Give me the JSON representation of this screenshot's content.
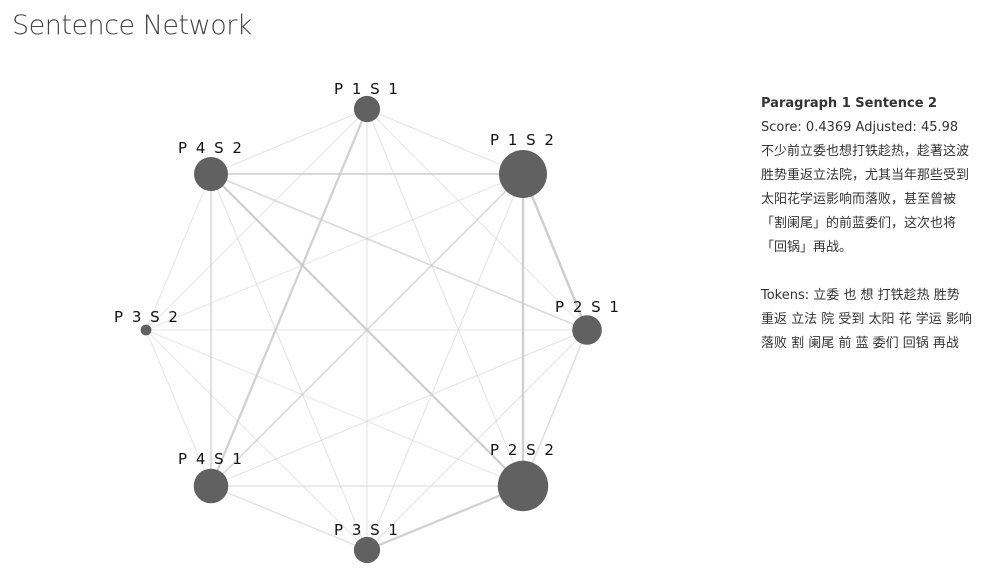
{
  "page": {
    "title": "Sentence Network"
  },
  "network": {
    "nodes": [
      {
        "id": "P1S1",
        "label": "P 1 S 1",
        "weight": 0.3
      },
      {
        "id": "P1S2",
        "label": "P 1 S 2",
        "weight": 1.0
      },
      {
        "id": "P2S1",
        "label": "P 2 S 1",
        "weight": 0.38
      },
      {
        "id": "P2S2",
        "label": "P 2 S 2",
        "weight": 1.1
      },
      {
        "id": "P3S1",
        "label": "P 3 S 1",
        "weight": 0.3
      },
      {
        "id": "P4S1",
        "label": "P 4 S 1",
        "weight": 0.52
      },
      {
        "id": "P3S2",
        "label": "P 3 S 2",
        "weight": 0.05
      },
      {
        "id": "P4S2",
        "label": "P 4 S 2",
        "weight": 0.5
      }
    ],
    "edges": [
      {
        "source": "P1S1",
        "target": "P1S2",
        "strength": 0.2
      },
      {
        "source": "P1S1",
        "target": "P2S1",
        "strength": 0.15
      },
      {
        "source": "P1S1",
        "target": "P2S2",
        "strength": 0.2
      },
      {
        "source": "P1S1",
        "target": "P3S1",
        "strength": 0.2
      },
      {
        "source": "P1S1",
        "target": "P4S1",
        "strength": 0.8
      },
      {
        "source": "P1S1",
        "target": "P3S2",
        "strength": 0.15
      },
      {
        "source": "P1S1",
        "target": "P4S2",
        "strength": 0.2
      },
      {
        "source": "P1S2",
        "target": "P2S1",
        "strength": 0.9
      },
      {
        "source": "P1S2",
        "target": "P2S2",
        "strength": 0.85
      },
      {
        "source": "P1S2",
        "target": "P3S1",
        "strength": 0.2
      },
      {
        "source": "P1S2",
        "target": "P4S1",
        "strength": 0.5
      },
      {
        "source": "P1S2",
        "target": "P3S2",
        "strength": 0.15
      },
      {
        "source": "P1S2",
        "target": "P4S2",
        "strength": 0.6
      },
      {
        "source": "P2S1",
        "target": "P2S2",
        "strength": 0.4
      },
      {
        "source": "P2S1",
        "target": "P3S1",
        "strength": 0.2
      },
      {
        "source": "P2S1",
        "target": "P4S1",
        "strength": 0.2
      },
      {
        "source": "P2S1",
        "target": "P3S2",
        "strength": 0.15
      },
      {
        "source": "P2S1",
        "target": "P4S2",
        "strength": 0.5
      },
      {
        "source": "P2S2",
        "target": "P3S1",
        "strength": 0.8
      },
      {
        "source": "P2S2",
        "target": "P4S1",
        "strength": 0.3
      },
      {
        "source": "P2S2",
        "target": "P3S2",
        "strength": 0.15
      },
      {
        "source": "P2S2",
        "target": "P4S2",
        "strength": 0.85
      },
      {
        "source": "P3S1",
        "target": "P4S1",
        "strength": 0.3
      },
      {
        "source": "P3S1",
        "target": "P3S2",
        "strength": 0.15
      },
      {
        "source": "P3S1",
        "target": "P4S2",
        "strength": 0.2
      },
      {
        "source": "P4S1",
        "target": "P3S2",
        "strength": 0.15
      },
      {
        "source": "P4S1",
        "target": "P4S2",
        "strength": 0.5
      },
      {
        "source": "P3S2",
        "target": "P4S2",
        "strength": 0.15
      }
    ]
  },
  "details": {
    "heading": "Paragraph 1 Sentence 2",
    "score_line": "Score: 0.4369 Adjusted: 45.98",
    "sentence": "不少前立委也想打铁趁热，趁著这波胜势重返立法院，尤其当年那些受到太阳花学运影响而落败，甚至曾被「割阑尾」的前蓝委们，这次也将「回锅」再战。",
    "tokens": "Tokens: 立委 也 想 打铁趁热 胜势 重返 立法 院 受到 太阳 花 学运 影响 落败 割 阑尾 前 蓝 委们 回锅 再战"
  },
  "colors": {
    "node": "#616161",
    "edge": "#c8c8c8",
    "title": "#444444"
  }
}
